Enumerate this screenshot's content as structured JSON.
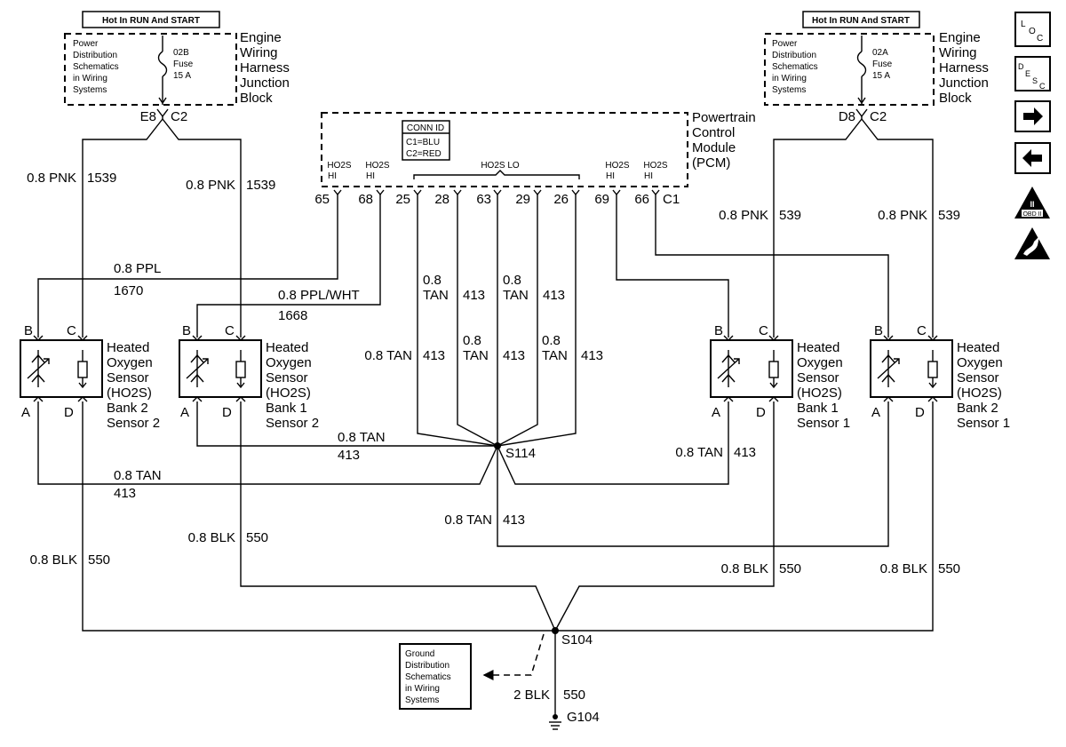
{
  "junction_left": {
    "header": "Hot In RUN And START",
    "note": [
      "Power",
      "Distribution",
      "Schematics",
      "in Wiring",
      "Systems"
    ],
    "fuse": [
      "02B",
      "Fuse",
      "15 A"
    ],
    "name": [
      "Engine",
      "Wiring",
      "Harness",
      "Junction",
      "Block"
    ],
    "pin": "E8",
    "conn": "C2"
  },
  "junction_right": {
    "header": "Hot In RUN And START",
    "note": [
      "Power",
      "Distribution",
      "Schematics",
      "in Wiring",
      "Systems"
    ],
    "fuse": [
      "02A",
      "Fuse",
      "15 A"
    ],
    "name": [
      "Engine",
      "Wiring",
      "Harness",
      "Junction",
      "Block"
    ],
    "pin": "D8",
    "conn": "C2"
  },
  "pcm": {
    "name": [
      "Powertrain",
      "Control",
      "Module",
      "(PCM)"
    ],
    "conn_id": [
      "CONN ID",
      "C1=BLU",
      "C2=RED"
    ],
    "ho2s_lo": "HO2S LO",
    "ho2s": "HO2S",
    "hi": "HI",
    "pins": [
      "65",
      "68",
      "25",
      "28",
      "63",
      "29",
      "26",
      "69",
      "66"
    ],
    "conn": "C1"
  },
  "sensors": [
    {
      "name": [
        "Heated",
        "Oxygen",
        "Sensor",
        "(HO2S)",
        "Bank 2",
        "Sensor 2"
      ]
    },
    {
      "name": [
        "Heated",
        "Oxygen",
        "Sensor",
        "(HO2S)",
        "Bank 1",
        "Sensor 2"
      ]
    },
    {
      "name": [
        "Heated",
        "Oxygen",
        "Sensor",
        "(HO2S)",
        "Bank 1",
        "Sensor 1"
      ]
    },
    {
      "name": [
        "Heated",
        "Oxygen",
        "Sensor",
        "(HO2S)",
        "Bank 2",
        "Sensor 1"
      ]
    }
  ],
  "pins": {
    "a": "A",
    "b": "B",
    "c": "C",
    "d": "D"
  },
  "wires": {
    "pnk_left": "0.8 PNK",
    "pnk_left_circuit": "1539",
    "pnk_right": "0.8 PNK",
    "pnk_right_circuit": "539",
    "ppl": "0.8 PPL",
    "ppl_circuit": "1670",
    "ppl_wht": "0.8 PPL/WHT",
    "ppl_wht_circuit": "1668",
    "tan": "0.8 TAN",
    "tan_size": "0.8",
    "tan_color": "TAN",
    "tan_circuit": "413",
    "blk": "0.8 BLK",
    "blk_circuit": "550",
    "ground_wire": "2 BLK",
    "ground_circuit": "550"
  },
  "splices": {
    "tan": "S114",
    "ground": "S104"
  },
  "ground": {
    "note": [
      "Ground",
      "Distribution",
      "Schematics",
      "in Wiring",
      "Systems"
    ],
    "name": "G104"
  },
  "side_icons": {
    "loc": [
      "L",
      "O",
      "C"
    ],
    "desc": [
      "D",
      "E",
      "S",
      "C"
    ],
    "obd": [
      "II",
      "OBD II"
    ]
  }
}
